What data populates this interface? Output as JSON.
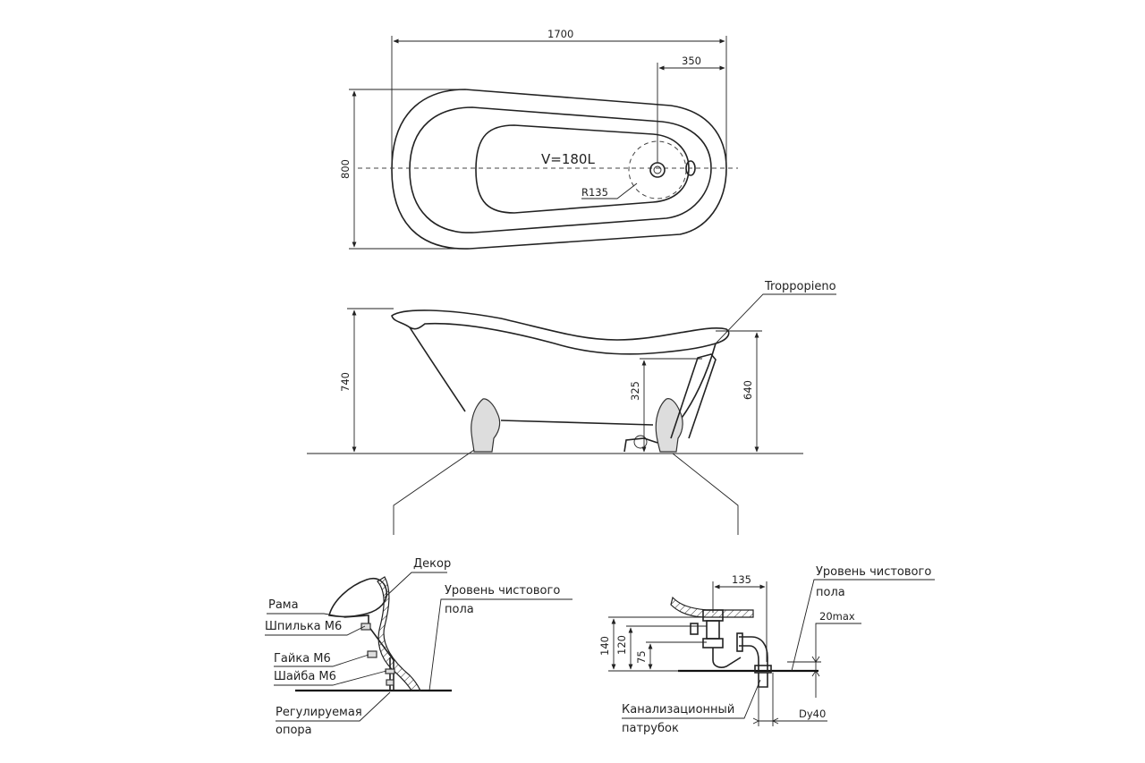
{
  "top_view": {
    "dim_length": "1700",
    "dim_drain_offset": "350",
    "dim_width": "800",
    "volume": "V=180L",
    "radius": "R135"
  },
  "side_view": {
    "dim_height": "740",
    "dim_overflow": "325",
    "dim_drain_height": "640",
    "overflow_label": "Troppopieno"
  },
  "foot_detail": {
    "decor": "Декор",
    "frame": "Рама",
    "stud": "Шпилька М6",
    "nut": "Гайка М6",
    "washer": "Шайба М6",
    "floor_level_1": "Уровень чистового",
    "floor_level_2": "пола",
    "support_1": "Регулируемая",
    "support_2": "опора"
  },
  "drain_detail": {
    "dim_135": "135",
    "dim_140": "140",
    "dim_120": "120",
    "dim_75": "75",
    "dim_20max": "20max",
    "dim_dy40": "Dy40",
    "floor_level_1": "Уровень чистового",
    "floor_level_2": "пола",
    "sewer_1": "Канализационный",
    "sewer_2": "патрубок"
  },
  "colors": {
    "line": "#222222",
    "background": "#ffffff"
  }
}
